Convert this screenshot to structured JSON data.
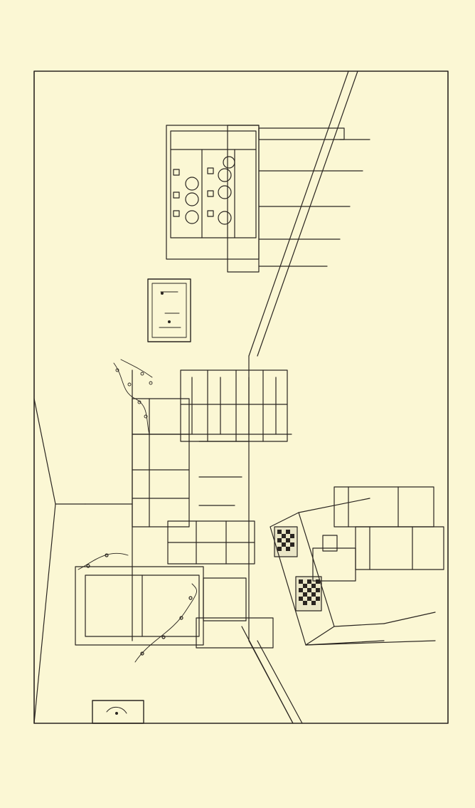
{
  "image": {
    "kind": "line-drawing",
    "subject": "interior-room-perspective",
    "orientation": "rotated-90",
    "colors": {
      "paper": "#fbf7d4",
      "ink": "#2a2520"
    }
  },
  "objects": [
    {
      "id": "dresser-with-plates"
    },
    {
      "id": "framed-picture-upper"
    },
    {
      "id": "framed-picture-lower"
    },
    {
      "id": "bookcase-right"
    },
    {
      "id": "bookcase-left"
    },
    {
      "id": "doorway-with-vines"
    },
    {
      "id": "game-table-with-chairs"
    }
  ]
}
